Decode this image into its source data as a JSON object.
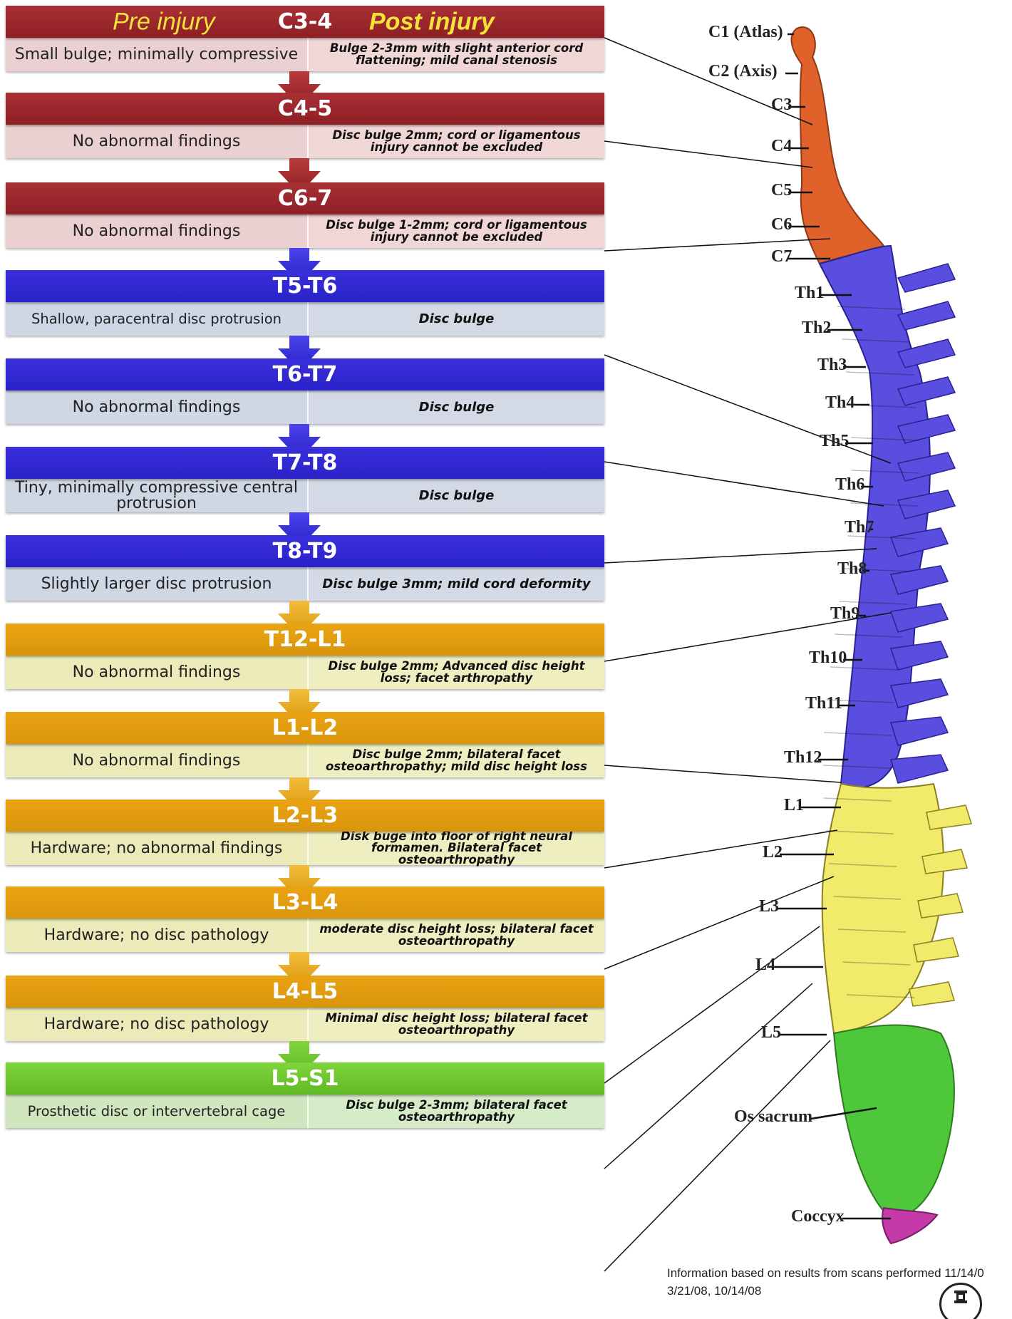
{
  "header": {
    "pre_label": "Pre injury",
    "post_label": "Post injury"
  },
  "levels": [
    {
      "segment": "C3-4",
      "pre": "Small bulge; minimally compressive",
      "post": "Bulge 2-3mm with slight anterior cord flattening; mild canal stenosis"
    },
    {
      "segment": "C4-5",
      "pre": "No abnormal findings",
      "post": "Disc bulge 2mm; cord or ligamentous injury cannot be excluded"
    },
    {
      "segment": "C6-7",
      "pre": "No abnormal findings",
      "post": "Disc bulge 1-2mm; cord or ligamentous injury cannot be excluded"
    },
    {
      "segment": "T5-T6",
      "pre": "Shallow, paracentral disc protrusion",
      "post": "Disc bulge"
    },
    {
      "segment": "T6-T7",
      "pre": "No abnormal findings",
      "post": "Disc bulge"
    },
    {
      "segment": "T7-T8",
      "pre": "Tiny, minimally compressive central protrusion",
      "post": "Disc bulge"
    },
    {
      "segment": "T8-T9",
      "pre": "Slightly larger disc protrusion",
      "post": "Disc bulge 3mm; mild cord deformity"
    },
    {
      "segment": "T12-L1",
      "pre": "No abnormal findings",
      "post": "Disc bulge 2mm; Advanced disc height loss; facet arthropathy"
    },
    {
      "segment": "L1-L2",
      "pre": "No abnormal findings",
      "post": "Disc bulge 2mm; bilateral facet osteoarthropathy; mild disc height loss"
    },
    {
      "segment": "L2-L3",
      "pre": "Hardware; no abnormal findings",
      "post": "Disk buge into floor of right neural formamen. Bilateral facet osteoarthropathy"
    },
    {
      "segment": "L3-L4",
      "pre": "Hardware; no disc pathology",
      "post": "moderate disc height loss; bilateral facet osteoarthropathy"
    },
    {
      "segment": "L4-L5",
      "pre": "Hardware; no disc pathology",
      "post": "Minimal disc height loss; bilateral facet osteoarthropathy"
    },
    {
      "segment": "L5-S1",
      "pre": "Prosthetic disc or intervertebral cage",
      "post": "Disc bulge 2-3mm; bilateral facet osteoarthropathy"
    }
  ],
  "spine_labels": [
    "C1 (Atlas)",
    "C2 (Axis)",
    "C3",
    "C4",
    "C5",
    "C6",
    "C7",
    "Th1",
    "Th2",
    "Th3",
    "Th4",
    "Th5",
    "Th6",
    "Th7",
    "Th8",
    "Th9",
    "Th10",
    "Th11",
    "Th12",
    "L1",
    "L2",
    "L3",
    "L4",
    "L5",
    "Os sacrum",
    "Coccyx"
  ],
  "colors": {
    "cervical": "#9a2429",
    "thoracic": "#2f27d6",
    "lumbar": "#e29c10",
    "sacral": "#6cc52e",
    "spine_cervical": "#e0622a",
    "spine_thoracic": "#5a4ee0",
    "spine_lumbar": "#f2ea6a",
    "spine_sacrum": "#4fc73a",
    "spine_coccyx": "#c43aa8"
  },
  "footer": {
    "note_line1": "Information based on results from scans performed 11/14/0",
    "note_line2": "3/21/08, 10/14/08"
  },
  "icons": {
    "logo": "seal-icon"
  }
}
